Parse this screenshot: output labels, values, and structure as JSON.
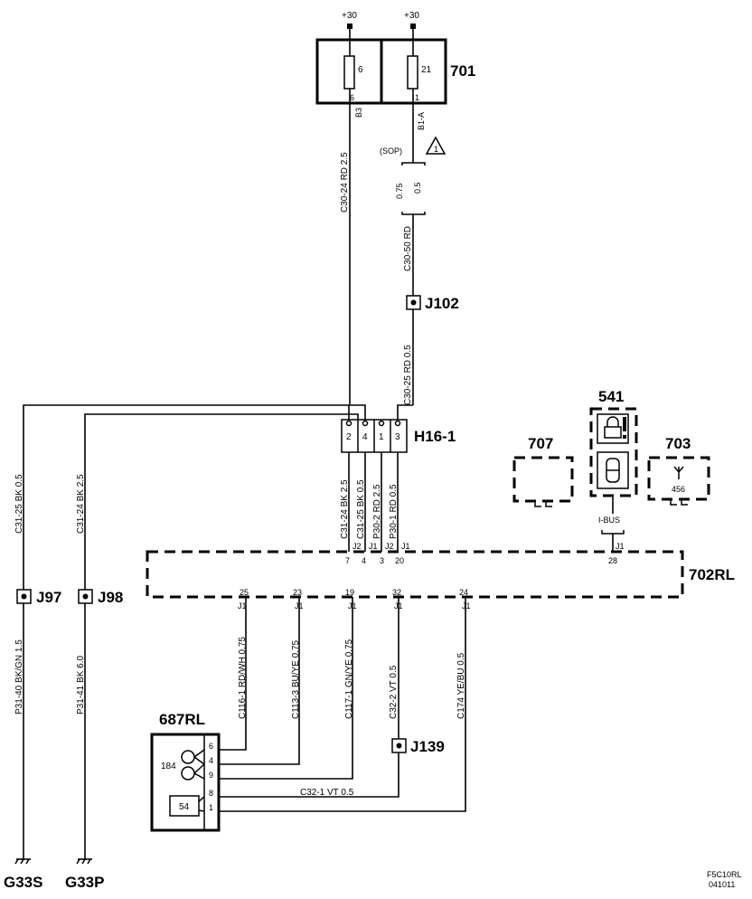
{
  "power": {
    "left": "+30",
    "right": "+30"
  },
  "fusebox": {
    "id": "701",
    "fuse_left": {
      "num": "6",
      "pin": "6",
      "terminal": "B3"
    },
    "fuse_right": {
      "num": "21",
      "pin": "1",
      "terminal": "B1-A"
    }
  },
  "sop": {
    "label": "(SOP)",
    "note": "1"
  },
  "splice": {
    "upper": "0.75",
    "lower": "0.5"
  },
  "wires": {
    "c30_24": "C30-24  RD  2.5",
    "c30_50": "C30-50  RD",
    "c30_25": "C30-25  RD  0.5",
    "c31_24": "C31-24  BK  2.5",
    "c31_25": "C31-25  BK  0.5",
    "p30_2": "P30-2  RD  2.5",
    "p30_1": "P30-1  RD  0.5",
    "left_c31_25": "C31-25  BK  0.5",
    "left_c31_24": "C31-24  BK  2.5",
    "p31_40": "P31-40  BK/GN  1.5",
    "p31_41": "P31-41  BK  6.0",
    "c116_1": "C116-1  RD/WH  0.75",
    "c113_3": "C113-3  BU/YE  0.75",
    "c117_1": "C117-1  GN/YE  0.75",
    "c32_2": "C32-2  VT  0.5",
    "c174": "C174  YE/BU  0.5",
    "c32_1": "C32-1  VT  0.5"
  },
  "joints": {
    "j102": "J102",
    "j97": "J97",
    "j98": "J98",
    "j139": "J139"
  },
  "connector": {
    "id": "H16-1",
    "pins": [
      "2",
      "4",
      "1",
      "3"
    ]
  },
  "module_702": {
    "id": "702RL",
    "top_pins": [
      "7",
      "4",
      "3",
      "20",
      "28"
    ],
    "top_conns": [
      "J2",
      "J1",
      "J2",
      "J1",
      "J1"
    ],
    "bottom_pins": [
      "25",
      "23",
      "19",
      "32",
      "24"
    ],
    "bottom_conns": [
      "J1",
      "J1",
      "J1",
      "J1",
      "J1"
    ]
  },
  "ibus": "I-BUS",
  "comp_707": "707",
  "comp_541": "541",
  "comp_703": {
    "id": "703",
    "sub": "456"
  },
  "motor_687": {
    "id": "687RL",
    "motor_label": "184",
    "switch_label": "54",
    "pins": [
      "6",
      "4",
      "9",
      "8",
      "1"
    ]
  },
  "grounds": {
    "left": "G33S",
    "right": "G33P"
  },
  "corner": {
    "line1": "F5C10RL",
    "line2": "041011"
  }
}
